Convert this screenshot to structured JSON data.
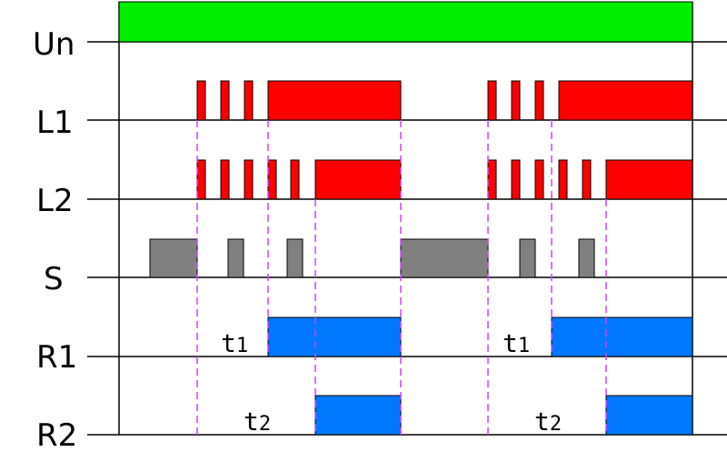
{
  "rows": [
    {
      "id": "un",
      "label": "Un"
    },
    {
      "id": "l1",
      "label": "L1"
    },
    {
      "id": "l2",
      "label": "L2"
    },
    {
      "id": "s",
      "label": "S"
    },
    {
      "id": "r1",
      "label": "R1"
    },
    {
      "id": "r2",
      "label": "R2"
    }
  ],
  "time_labels": [
    {
      "id": "t1-a",
      "main": "t",
      "sub": "1"
    },
    {
      "id": "t2-a",
      "main": "t",
      "sub": "2"
    },
    {
      "id": "t1-b",
      "main": "t",
      "sub": "1"
    },
    {
      "id": "t2-b",
      "main": "t",
      "sub": "2"
    }
  ],
  "colors": {
    "supply": "#00ee00",
    "indicator": "#ff0000",
    "switch": "#808080",
    "relay": "#0077ff",
    "marker": "#cc44ff",
    "line": "#000000"
  },
  "icons": {
    "marker": "dashed-vertical-line"
  }
}
